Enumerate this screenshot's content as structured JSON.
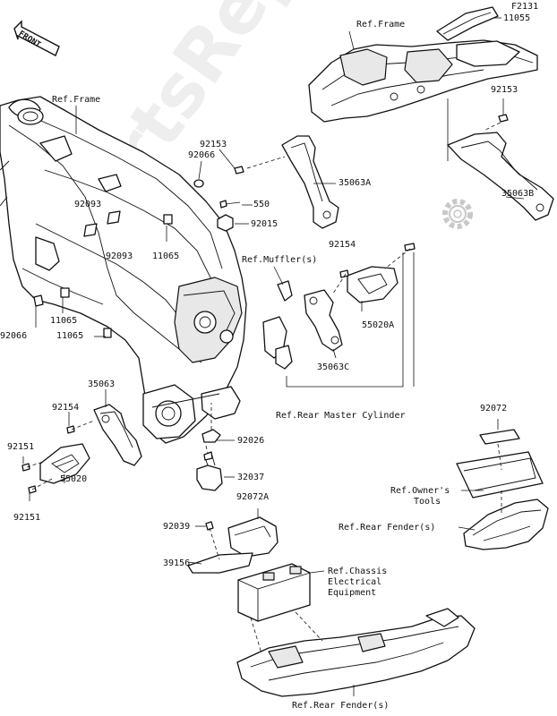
{
  "diagram_code": "F2131",
  "front_badge": "FRONT",
  "watermark": "PartsRepublik",
  "labels": {
    "ref_frame_top": "Ref.Frame",
    "p11055": "11055",
    "p92153_right": "92153",
    "ref_frame_left": "Ref.Frame",
    "p92153_mid": "92153",
    "p92066_top": "92066",
    "p35063A": "35063A",
    "p35063B": "35063B",
    "p92093_a": "92093",
    "p92093_b": "92093",
    "p550": "550",
    "p92015": "92015",
    "p11065_a": "11065",
    "ref_muffler": "Ref.Muffler(s)",
    "p92154_right": "92154",
    "p11065_b": "11065",
    "p92066_left": "92066",
    "p11065_c": "11065",
    "p55020A": "55020A",
    "p35063C": "35063C",
    "p35063": "35063",
    "ref_rear_master": "Ref.Rear Master Cylinder",
    "p92154_left": "92154",
    "p92072": "92072",
    "p92026": "92026",
    "p92151_a": "92151",
    "p32037": "32037",
    "p55020": "55020",
    "ref_owners_tools_1": "Ref.Owner's",
    "ref_owners_tools_2": "Tools",
    "p92151_b": "92151",
    "p92072A": "92072A",
    "ref_rear_fender_right": "Ref.Rear Fender(s)",
    "p92039": "92039",
    "p39156": "39156",
    "ref_chassis_1": "Ref.Chassis",
    "ref_chassis_2": "Electrical",
    "ref_chassis_3": "Equipment",
    "ref_rear_fender_bottom": "Ref.Rear Fender(s)"
  },
  "icons": {
    "front_badge": "front-arrow-icon",
    "logo": "gear-logo-icon"
  }
}
